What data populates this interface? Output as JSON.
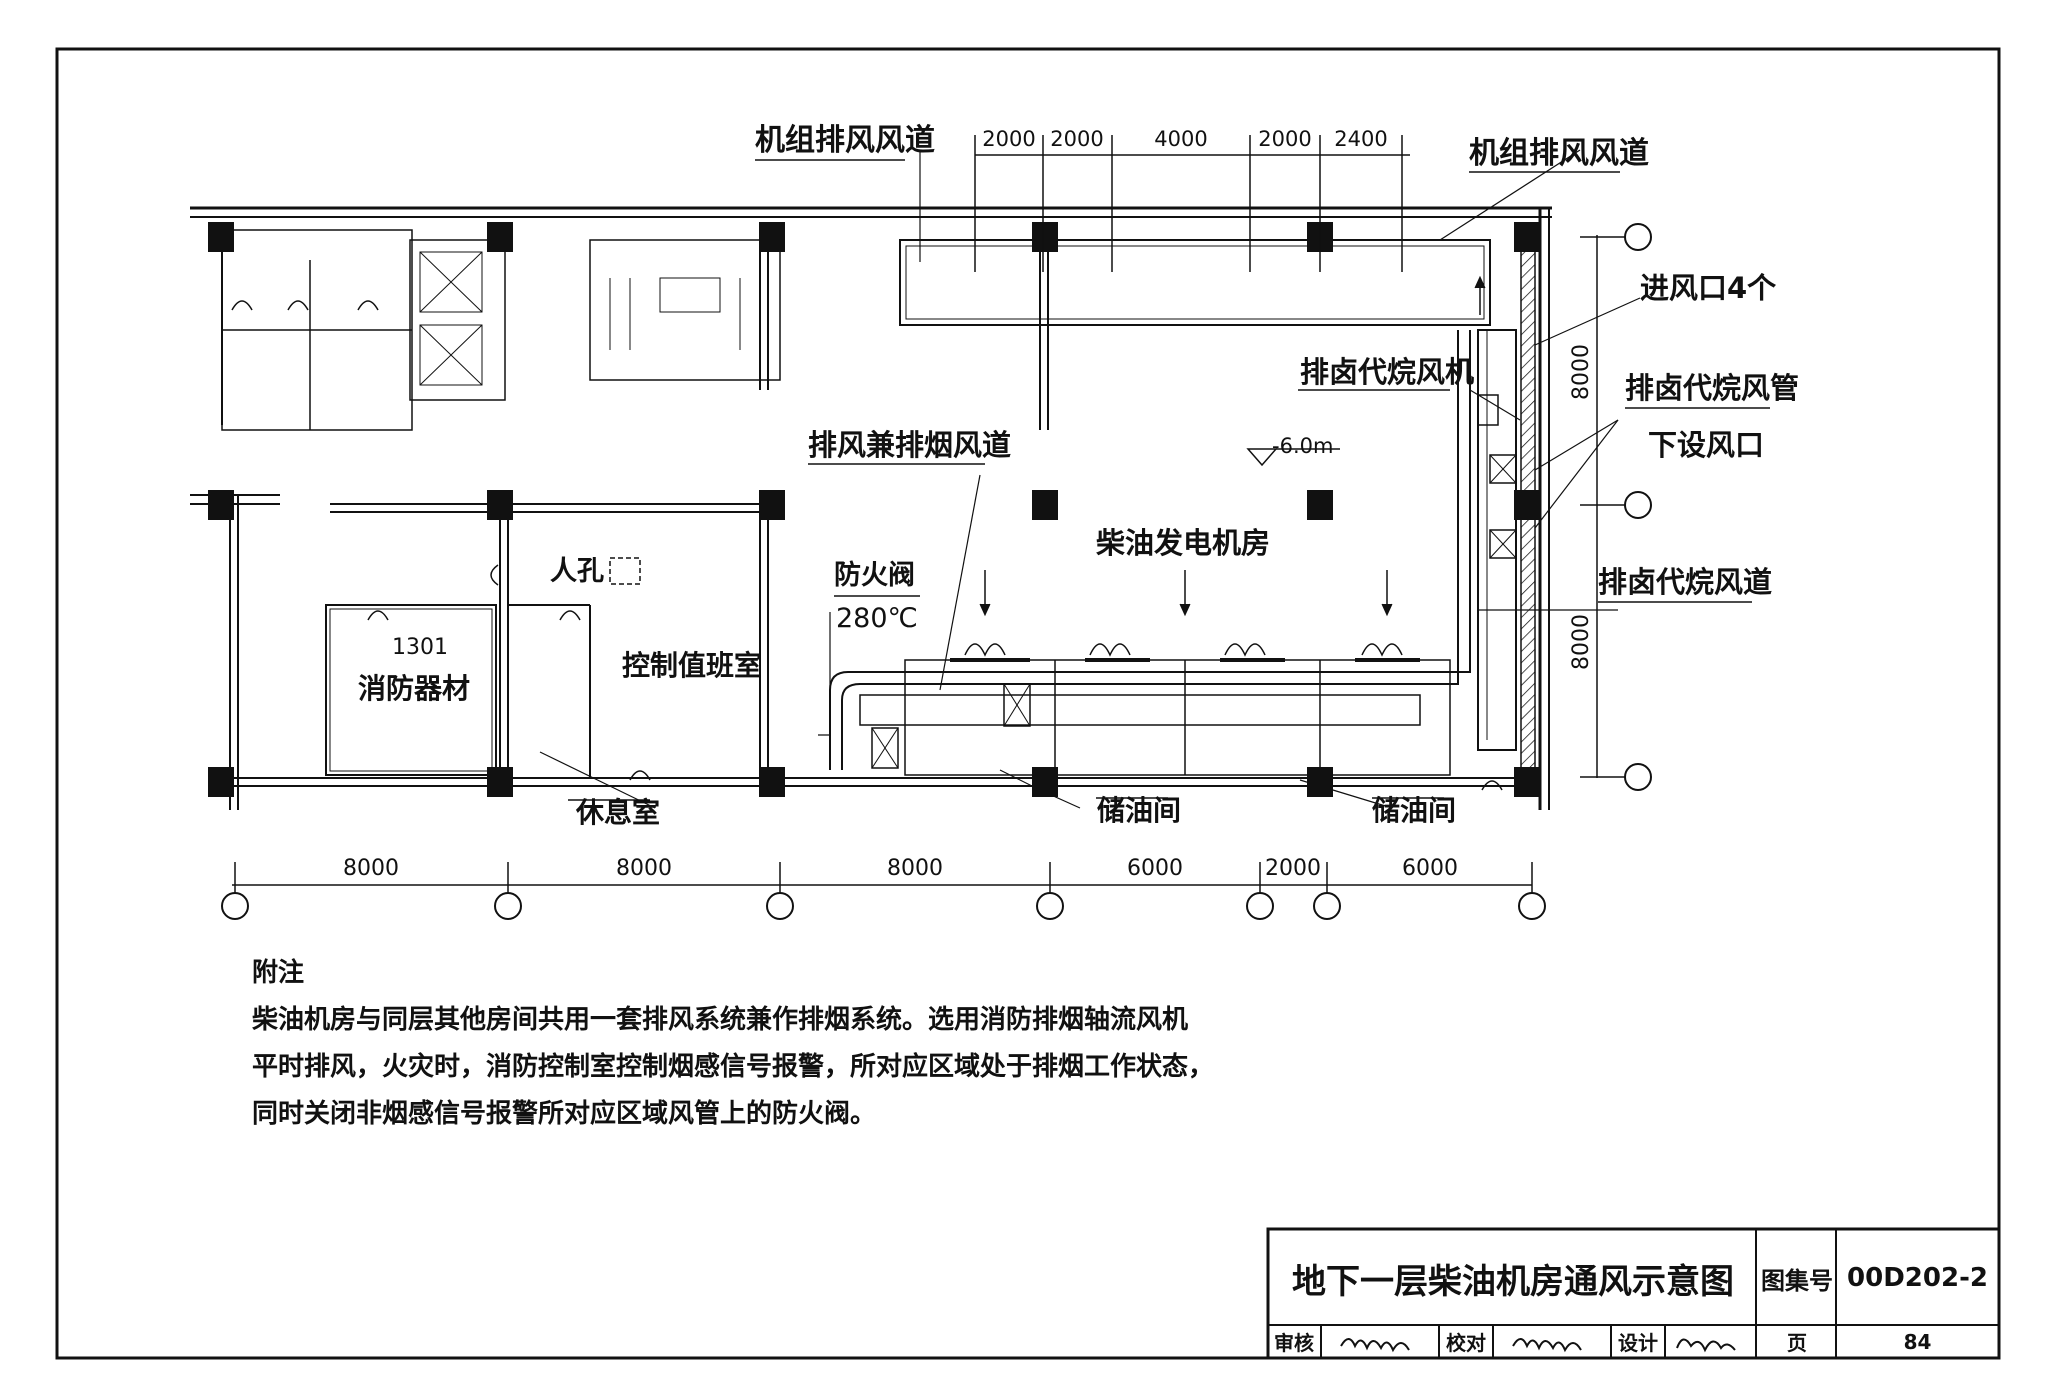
{
  "labels": {
    "unit_exhaust_duct_left": "机组排风风道",
    "unit_exhaust_duct_right": "机组排风风道",
    "air_inlet": "进风口4个",
    "halide_fan": "排卤代烷风机",
    "halide_pipe": "排卤代烷风管",
    "lower_outlet": "下设风口",
    "halide_duct": "排卤代烷风道",
    "exhaust_smoke_duct": "排风兼排烟风道",
    "level": "-6.0m",
    "generator_room": "柴油发电机房",
    "fire_damper": "防火阀",
    "damper_temp": "280℃",
    "manhole": "人孔",
    "code_1301": "1301",
    "fire_equipment": "消防器材",
    "control_room": "控制值班室",
    "rest_room": "休息室",
    "oil_storage_1": "储油间",
    "oil_storage_2": "储油间"
  },
  "dimensions": {
    "top": [
      "2000",
      "2000",
      "4000",
      "2000",
      "2400"
    ],
    "bottom": [
      "8000",
      "8000",
      "8000",
      "6000",
      "2000",
      "6000"
    ],
    "right": [
      "8000",
      "8000"
    ]
  },
  "notes": {
    "title": "附注",
    "lines": [
      "柴油机房与同层其他房间共用一套排风系统兼作排烟系统。选用消防排烟轴流风机",
      "平时排风，火灾时，消防控制室控制烟感信号报警，所对应区域处于排烟工作状态，",
      "同时关闭非烟感信号报警所对应区域风管上的防火阀。"
    ]
  },
  "title_block": {
    "drawing_title": "地下一层柴油机房通风示意图",
    "atlas_label": "图集号",
    "atlas_no": "00D202-2",
    "review_label": "审核",
    "check_label": "校对",
    "design_label": "设计",
    "page_label": "页",
    "page_no": "84"
  }
}
